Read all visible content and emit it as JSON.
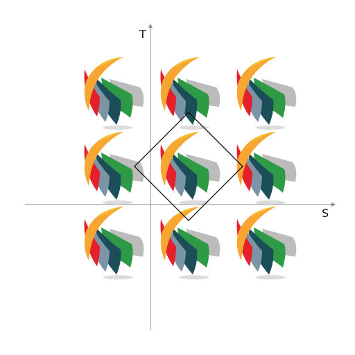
{
  "axes": {
    "s_label": "S",
    "t_label": "T",
    "axis_color": "#8a8a8a"
  },
  "tiling": {
    "rows": 3,
    "cols": 3,
    "motif_icon": "swirl-fan-motif",
    "motif_colors": {
      "orange": "#f7a631",
      "yellow": "#f6c32c",
      "red": "#e5202b",
      "slate": "#7b95a6",
      "teal": "#1b4e58",
      "green": "#2e9a45",
      "grey": "#bcbcbc"
    }
  },
  "fundamental_domain": {
    "shape": "rotated-square",
    "stroke_color": "#111111"
  }
}
